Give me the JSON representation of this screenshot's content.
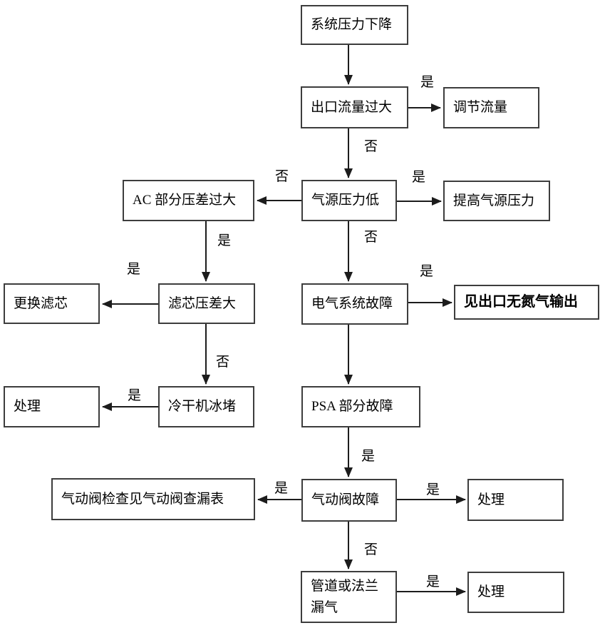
{
  "diagram": {
    "description": "troubleshooting-flowchart-system-pressure-drop",
    "nodes": [
      {
        "label": "系统压力下降"
      },
      {
        "label": "出口流量过大"
      },
      {
        "label": "调节流量"
      },
      {
        "label": "AC 部分压差过大"
      },
      {
        "label": "气源压力低"
      },
      {
        "label": "提高气源压力"
      },
      {
        "label": "更换滤芯"
      },
      {
        "label": "滤芯压差大"
      },
      {
        "label": "电气系统故障"
      },
      {
        "label": "见出口无氮气输出"
      },
      {
        "label": "处理"
      },
      {
        "label": "冷干机冰堵"
      },
      {
        "label": "PSA 部分故障"
      },
      {
        "label": "气动阀检查见气动阀查漏表"
      },
      {
        "label": "气动阀故障"
      },
      {
        "label": "处理"
      },
      {
        "label": "管道或法兰\n漏气"
      },
      {
        "label": "处理"
      }
    ],
    "edges": [
      {
        "from": "系统压力下降",
        "to": "出口流量过大",
        "label": ""
      },
      {
        "from": "出口流量过大",
        "to": "调节流量",
        "label": "是"
      },
      {
        "from": "出口流量过大",
        "to": "气源压力低",
        "label": "否"
      },
      {
        "from": "气源压力低",
        "to": "AC 部分压差过大",
        "label": "否"
      },
      {
        "from": "气源压力低",
        "to": "提高气源压力",
        "label": "是"
      },
      {
        "from": "AC 部分压差过大",
        "to": "滤芯压差大",
        "label": "是"
      },
      {
        "from": "气源压力低",
        "to": "电气系统故障",
        "label": "否"
      },
      {
        "from": "滤芯压差大",
        "to": "更换滤芯",
        "label": "是"
      },
      {
        "from": "电气系统故障",
        "to": "见出口无氮气输出",
        "label": "是"
      },
      {
        "from": "滤芯压差大",
        "to": "冷干机冰堵",
        "label": "否"
      },
      {
        "from": "电气系统故障",
        "to": "PSA 部分故障",
        "label": ""
      },
      {
        "from": "冷干机冰堵",
        "to": "处理",
        "label": "是"
      },
      {
        "from": "PSA 部分故障",
        "to": "气动阀故障",
        "label": "是"
      },
      {
        "from": "气动阀故障",
        "to": "气动阀检查见气动阀查漏表",
        "label": "是"
      },
      {
        "from": "气动阀故障",
        "to": "处理",
        "label": "是"
      },
      {
        "from": "气动阀故障",
        "to": "管道或法兰漏气",
        "label": "否"
      },
      {
        "from": "管道或法兰漏气",
        "to": "处理",
        "label": "是"
      }
    ],
    "colors": {
      "background": "#ffffff",
      "line": "#1c1c1c",
      "node_border": "#3d3d3d",
      "text": "#000000"
    }
  }
}
